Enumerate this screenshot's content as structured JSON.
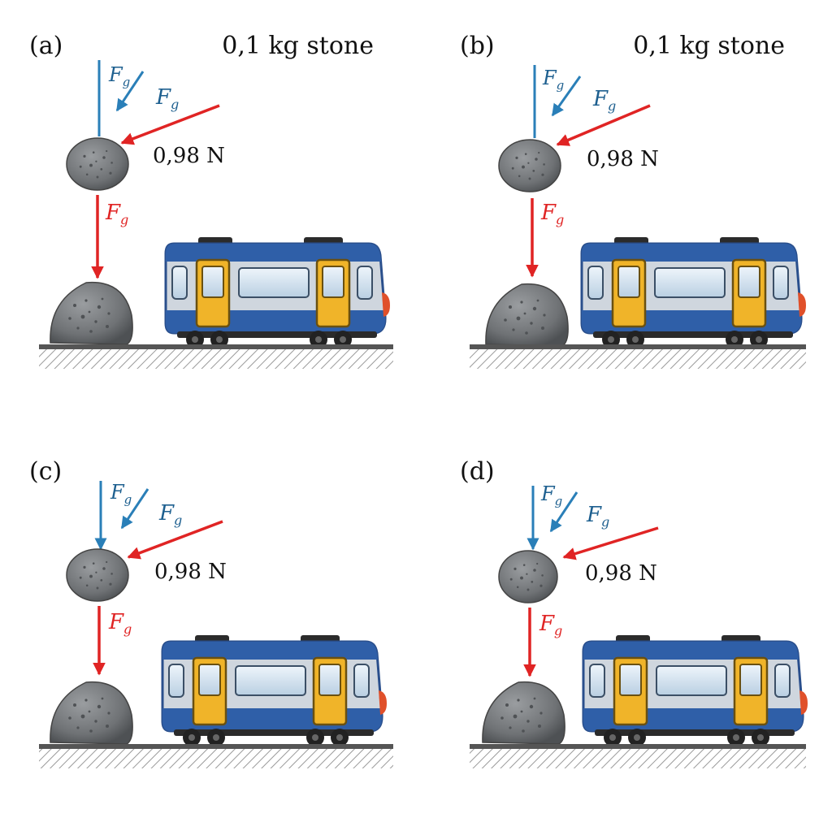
{
  "panels": [
    {
      "label": "(a)",
      "title": "0,1 kg stone",
      "force_value": "0,98 N",
      "fg_blue_1": "F",
      "fg_blue_2": "F",
      "fg_red": "F",
      "sub": "g"
    },
    {
      "label": "(b)",
      "title": "0,1 kg stone",
      "force_value": "0,98 N",
      "fg_blue_1": "F",
      "fg_blue_2": "F",
      "fg_red": "F",
      "sub": "g"
    },
    {
      "label": "(c)",
      "title": "",
      "force_value": "0,98 N",
      "fg_blue_1": "F",
      "fg_blue_2": "F",
      "fg_red": "F",
      "sub": "g"
    },
    {
      "label": "(d)",
      "title": "",
      "force_value": "0,98 N",
      "fg_blue_1": "F",
      "fg_blue_2": "F",
      "fg_red": "F",
      "sub": "g"
    }
  ],
  "colors": {
    "blue_arrow": "#2a7fb8",
    "red_arrow": "#e02424",
    "stone": "#7a7d80",
    "train_body": "#2f5fa8",
    "train_band": "#cfd6de",
    "door": "#f0b429",
    "window": "#d7e6f2",
    "rail": "#555555"
  },
  "icons": [
    "stone-icon",
    "train-icon",
    "rail-track"
  ]
}
